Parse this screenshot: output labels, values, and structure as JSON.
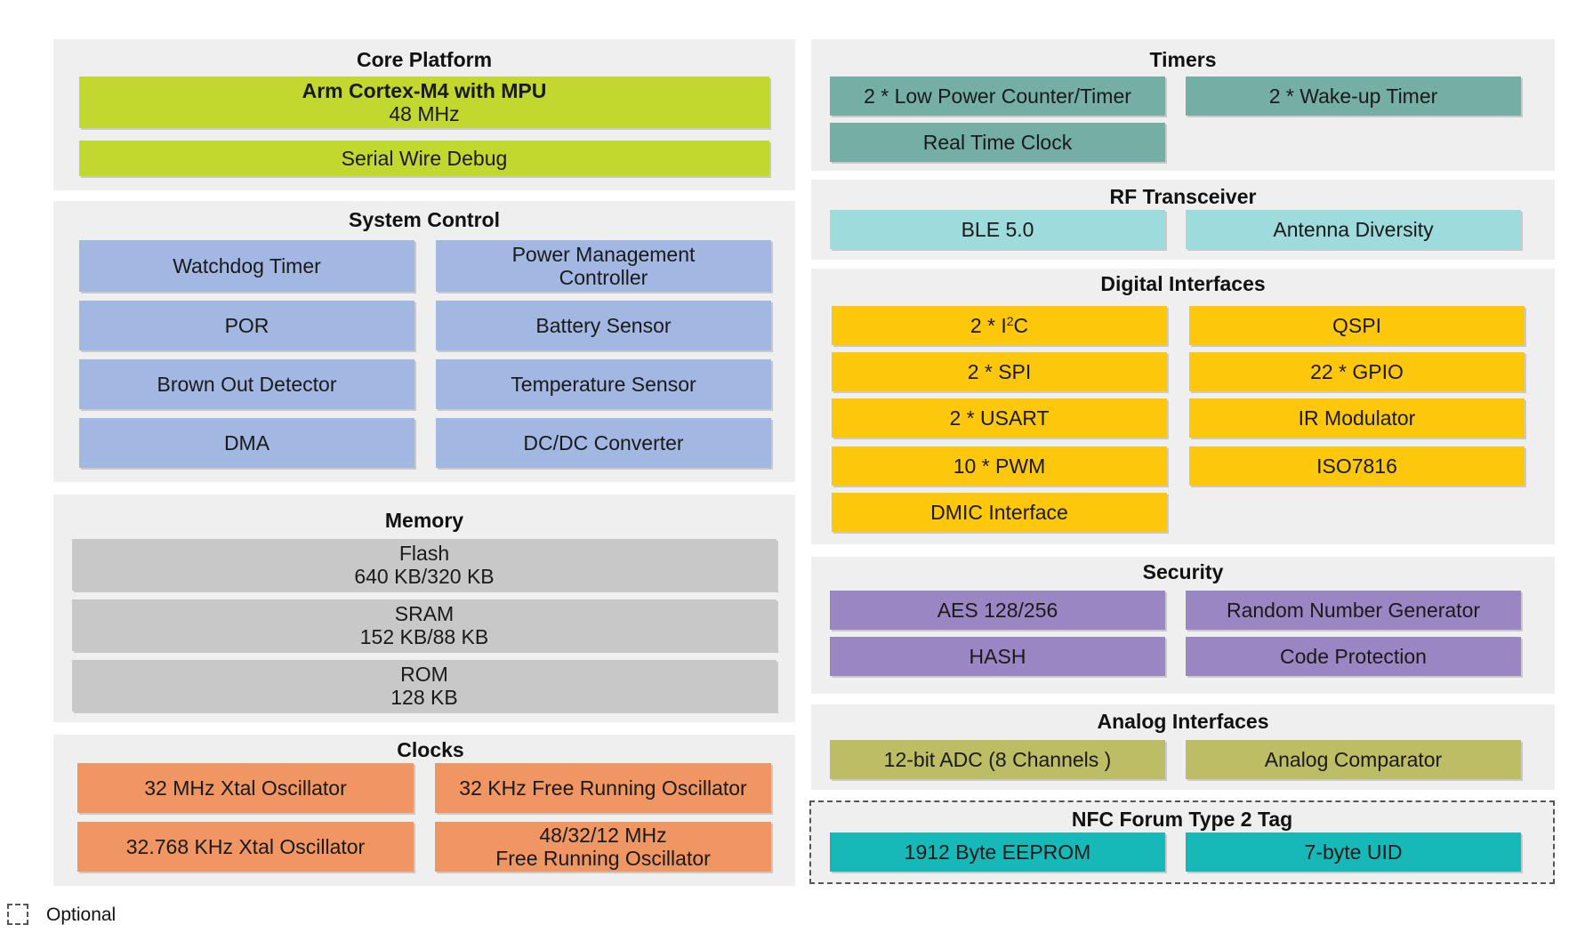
{
  "core": {
    "title": "Core Platform",
    "cpu_name": "Arm Cortex-M4 with MPU",
    "cpu_freq": "48 MHz",
    "debug": "Serial Wire Debug"
  },
  "system": {
    "title": "System Control",
    "items": [
      "Watchdog Timer",
      "Power Management\nController",
      "POR",
      "Battery Sensor",
      "Brown Out Detector",
      "Temperature Sensor",
      "DMA",
      "DC/DC Converter"
    ]
  },
  "memory": {
    "title": "Memory",
    "items": [
      {
        "name": "Flash",
        "size": "640 KB/320 KB"
      },
      {
        "name": "SRAM",
        "size": "152 KB/88 KB"
      },
      {
        "name": "ROM",
        "size": "128 KB"
      }
    ]
  },
  "clocks": {
    "title": "Clocks",
    "items": [
      "32 MHz Xtal Oscillator",
      "32 KHz Free Running Oscillator",
      "32.768 KHz Xtal Oscillator",
      "48/32/12 MHz\nFree Running Oscillator"
    ]
  },
  "timers": {
    "title": "Timers",
    "items": [
      "2 * Low Power Counter/Timer",
      "2 * Wake-up Timer",
      "Real Time Clock"
    ]
  },
  "rf": {
    "title": "RF Transceiver",
    "items": [
      "BLE 5.0",
      "Antenna Diversity"
    ]
  },
  "digital": {
    "title": "Digital Interfaces",
    "i2c_prefix": "2  * I",
    "i2c_sup": "2",
    "i2c_suffix": "C",
    "items": [
      "QSPI",
      "2 * SPI",
      "22 * GPIO",
      "2 * USART",
      "IR Modulator",
      "10 * PWM",
      "ISO7816",
      "DMIC Interface"
    ]
  },
  "security": {
    "title": "Security",
    "items": [
      "AES 128/256",
      "Random Number Generator",
      "HASH",
      "Code Protection"
    ]
  },
  "analog": {
    "title": "Analog Interfaces",
    "items": [
      "12-bit ADC (8 Channels )",
      "Analog Comparator"
    ]
  },
  "nfc": {
    "title": "NFC Forum Type 2 Tag",
    "items": [
      "1912 Byte EEPROM",
      "7-byte UID"
    ]
  },
  "legend": {
    "label": "Optional"
  },
  "colors": {
    "core": "#c2d82f",
    "system": "#a3b7e3",
    "memory": "#c8c8c8",
    "clocks": "#ef9663",
    "timers": "#74aea4",
    "rf": "#9ddbdd",
    "digital": "#fdc80c",
    "security": "#9b86c4",
    "analog": "#bcbd64",
    "nfc": "#17b8b8",
    "panel": "#efefef"
  }
}
